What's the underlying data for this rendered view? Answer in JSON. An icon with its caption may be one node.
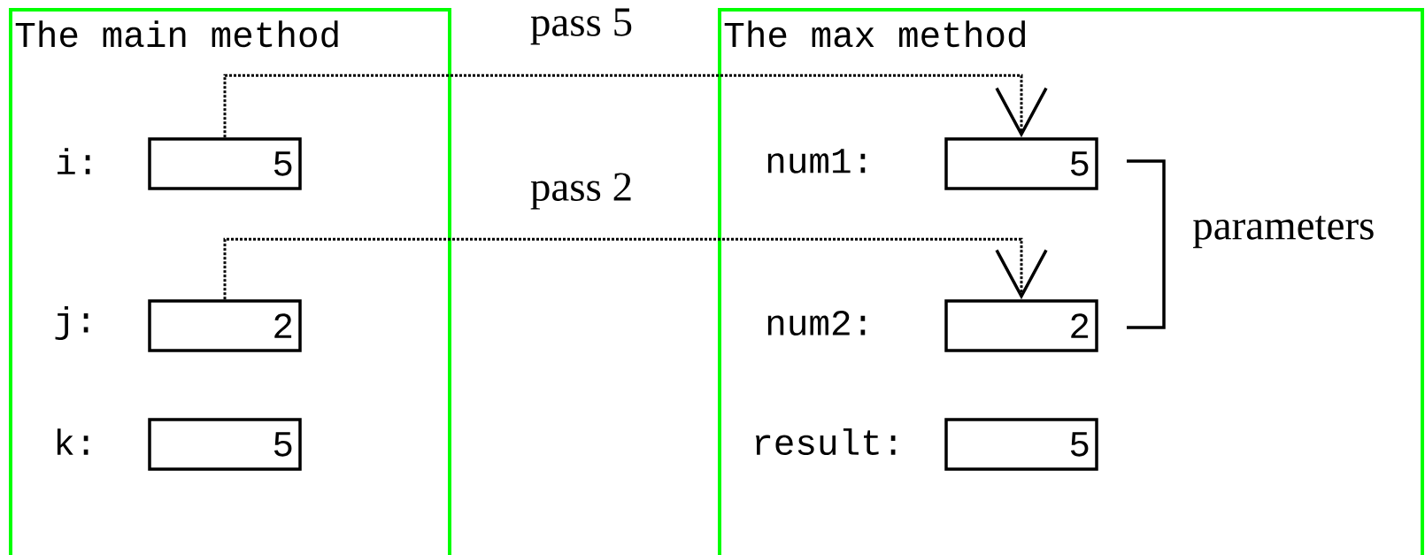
{
  "diagram": {
    "nodes": [
      {
        "text": [
          "The main method"
        ]
      },
      {
        "text": [
          "5"
        ],
        "beside": [
          "i:"
        ],
        "in": 0
      },
      {
        "text": [
          "2"
        ],
        "beside": [
          "j:"
        ],
        "in": 0
      },
      {
        "text": [
          "5"
        ],
        "beside": [
          "k:"
        ],
        "in": 0
      },
      {
        "text": [
          "The max method"
        ]
      },
      {
        "text": [
          "5"
        ],
        "beside": [
          "num1:"
        ],
        "in": 4
      },
      {
        "text": [
          "2"
        ],
        "beside": [
          "num2:"
        ],
        "in": 4
      },
      {
        "text": [
          "5"
        ],
        "beside": [
          "result:"
        ],
        "in": 4
      }
    ],
    "edges": [
      {
        "from": 1,
        "to": 5,
        "arrow": "to",
        "label": "pass 5",
        "style": "dashed"
      },
      {
        "from": 2,
        "to": 6,
        "arrow": "to",
        "label": "pass 2",
        "style": "dashed"
      }
    ],
    "labels": [
      "parameters"
    ]
  }
}
